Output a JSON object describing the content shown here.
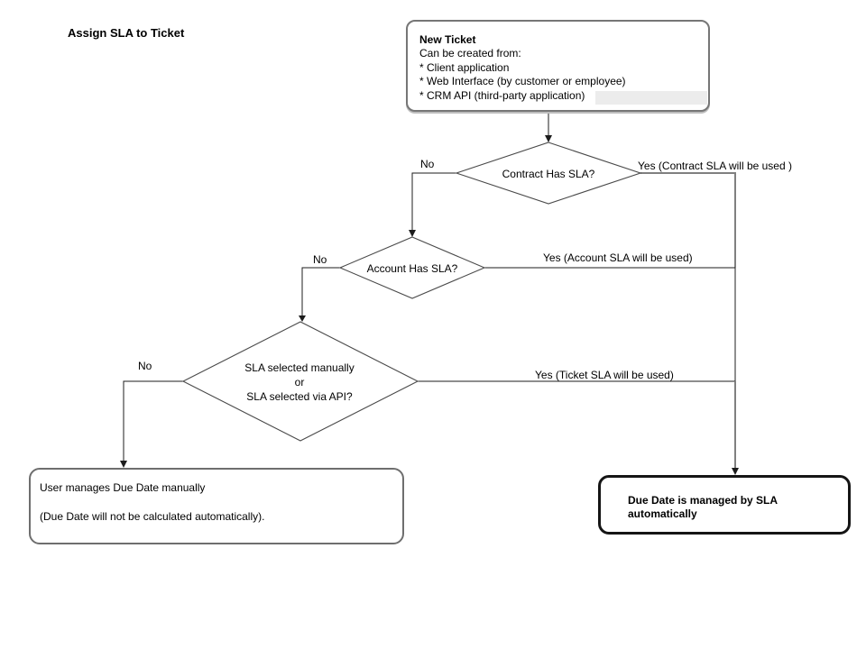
{
  "title": "Assign SLA to Ticket",
  "colors": {
    "connector": "#1c1c1c",
    "connector_alt_gray": "#808080",
    "box_border_gray": "#767676",
    "emphasis_border": "#151515"
  },
  "nodes": {
    "new_ticket": {
      "heading": "New Ticket",
      "body": "Can be created from:\n* Client application\n* Web Interface (by customer or employee)\n* CRM API (third-party application)"
    },
    "contract_decision": {
      "label": "Contract Has SLA?"
    },
    "account_decision": {
      "label": "Account Has SLA?"
    },
    "manual_decision": {
      "label": "SLA selected manually\nor\nSLA selected via API?"
    },
    "manual_result": {
      "text": "User manages Due Date manually\n\n(Due Date will not be calculated automatically)."
    },
    "auto_result": {
      "text": "Due Date is managed by SLA automatically"
    }
  },
  "edges": {
    "contract_no": "No",
    "contract_yes": "Yes (Contract SLA will be used )",
    "account_no": "No",
    "account_yes": "Yes (Account SLA will be used)",
    "manual_no": "No",
    "manual_yes": "Yes (Ticket SLA will be used)"
  }
}
